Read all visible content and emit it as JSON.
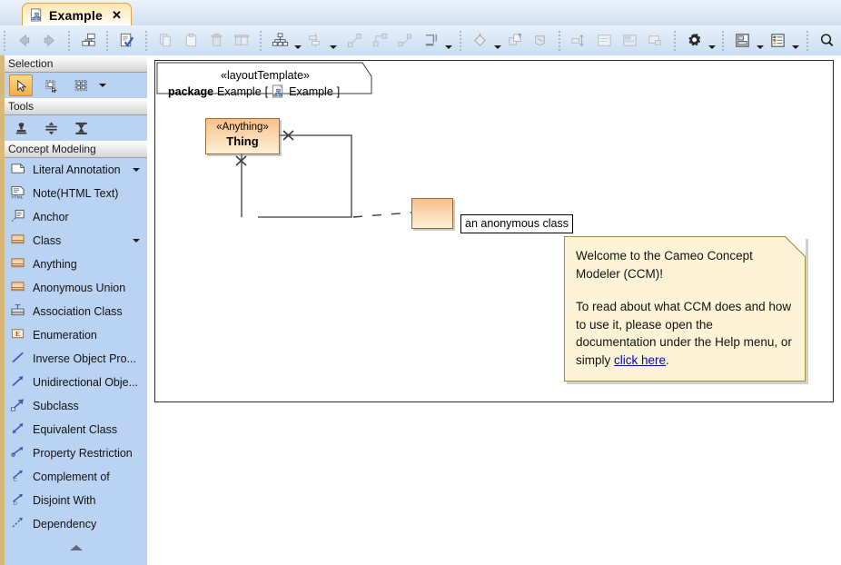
{
  "window": {
    "tab": {
      "title": "Example",
      "close_label": "✕",
      "icon": "diagram-icon"
    }
  },
  "toolbar": {
    "groups": [
      {
        "buttons": [
          {
            "name": "back-button",
            "icon": "arrow-left-icon"
          },
          {
            "name": "forward-button",
            "icon": "arrow-right-icon"
          }
        ]
      },
      {
        "buttons": [
          {
            "name": "containment-tree-button",
            "icon": "tree-icon"
          }
        ]
      },
      {
        "buttons": [
          {
            "name": "validate-button",
            "icon": "check-document-icon"
          }
        ]
      },
      {
        "buttons": [
          {
            "name": "copy-button",
            "icon": "copy-icon"
          },
          {
            "name": "paste-button",
            "icon": "clipboard-icon"
          },
          {
            "name": "delete-button",
            "icon": "trash-icon"
          },
          {
            "name": "delete-all-button",
            "icon": "trash-multiple-icon"
          }
        ]
      },
      {
        "buttons": [
          {
            "name": "layout-button",
            "icon": "hierarchy-icon",
            "has_menu": true
          }
        ]
      },
      {
        "buttons": [
          {
            "name": "align-button",
            "icon": "align-icon",
            "has_menu": true
          }
        ]
      },
      {
        "buttons": [
          {
            "name": "line-style-direct-button",
            "icon": "line-direct-icon"
          },
          {
            "name": "line-style-orthogonal-button",
            "icon": "line-ortho-icon"
          },
          {
            "name": "line-style-bezier-button",
            "icon": "line-bezier-icon"
          },
          {
            "name": "line-jumps-button",
            "icon": "line-jumps-icon",
            "has_menu": true
          }
        ]
      },
      {
        "buttons": [
          {
            "name": "fill-color-button",
            "icon": "paint-bucket-icon",
            "has_menu": true
          },
          {
            "name": "bring-to-front-button",
            "icon": "bring-front-icon"
          },
          {
            "name": "format-painter-button",
            "icon": "format-painter-icon"
          }
        ]
      },
      {
        "buttons": [
          {
            "name": "fit-size-button",
            "icon": "fit-size-icon"
          },
          {
            "name": "show-compartment-button",
            "icon": "compartment-icon"
          },
          {
            "name": "suppress-attributes-button",
            "icon": "suppress-icon"
          },
          {
            "name": "symbol-properties-button",
            "icon": "symbol-icon"
          }
        ]
      },
      {
        "buttons": [
          {
            "name": "project-options-button",
            "icon": "gear-icon",
            "has_menu": true
          }
        ]
      },
      {
        "buttons": [
          {
            "name": "diagram-layout-button",
            "icon": "layout-panes-icon",
            "has_menu": true
          },
          {
            "name": "legend-button",
            "icon": "legend-list-icon",
            "has_menu": true
          }
        ]
      },
      {
        "buttons": [
          {
            "name": "search-button",
            "icon": "search-icon"
          }
        ]
      }
    ]
  },
  "palette": {
    "sections": [
      {
        "name": "selection",
        "title": "Selection",
        "tools": [
          {
            "name": "select-tool",
            "icon": "cursor-arrow-icon",
            "active": true
          },
          {
            "name": "marquee-select-tool",
            "icon": "marquee-select-icon",
            "active": false
          },
          {
            "name": "select-all-tool",
            "icon": "select-all-icon",
            "active": false
          }
        ],
        "has_menu": true
      },
      {
        "name": "tools",
        "title": "Tools",
        "tools": [
          {
            "name": "stamp-tool",
            "icon": "stamp-icon"
          },
          {
            "name": "align-distribute-tool",
            "icon": "distribute-vertical-icon"
          },
          {
            "name": "constraint-tool",
            "icon": "hourglass-icon"
          }
        ]
      },
      {
        "name": "concept-modeling",
        "title": "Concept Modeling",
        "items": [
          {
            "label": "Literal Annotation",
            "icon": "note-shape-icon",
            "has_menu": true
          },
          {
            "label": "Note(HTML Text)",
            "icon": "html-note-icon",
            "has_menu": false
          },
          {
            "label": "Anchor",
            "icon": "anchor-icon",
            "has_menu": false
          },
          {
            "label": "Class",
            "icon": "class-box-icon",
            "has_menu": true
          },
          {
            "label": "Anything",
            "icon": "class-box-icon",
            "has_menu": false
          },
          {
            "label": "Anonymous Union",
            "icon": "class-box-icon",
            "has_menu": false
          },
          {
            "label": "Association Class",
            "icon": "association-class-icon",
            "has_menu": false
          },
          {
            "label": "Enumeration",
            "icon": "enumeration-icon",
            "has_menu": false
          },
          {
            "label": "Inverse Object Pro...",
            "icon": "line-plain-icon",
            "has_menu": false
          },
          {
            "label": "Unidirectional Obje...",
            "icon": "arrow-line-icon",
            "has_menu": false
          },
          {
            "label": "Subclass",
            "icon": "subclass-arrow-icon",
            "has_menu": false
          },
          {
            "label": "Equivalent Class",
            "icon": "equivalent-arrow-icon",
            "has_menu": false
          },
          {
            "label": "Property Restriction",
            "icon": "property-restriction-icon",
            "has_menu": false
          },
          {
            "label": "Complement of",
            "icon": "complement-arrow-icon",
            "has_menu": false
          },
          {
            "label": "Disjoint With",
            "icon": "disjoint-arrow-icon",
            "has_menu": false
          },
          {
            "label": "Dependency",
            "icon": "dependency-arrow-icon",
            "has_menu": false
          }
        ],
        "collapse_icon": "collapse-up-icon"
      }
    ]
  },
  "diagram": {
    "package": {
      "stereotype": "«layoutTemplate»",
      "keyword": "package",
      "name": "Example",
      "bracket_open": "[",
      "bracket_close": "]",
      "ref_name": "Example",
      "ref_icon": "diagram-icon"
    },
    "classes": [
      {
        "name": "class-thing",
        "stereotype": "«Anything»",
        "label": "Thing"
      },
      {
        "name": "class-anonymous",
        "stereotype": "",
        "label": ""
      }
    ],
    "anonymous_label": "an anonymous class",
    "note": {
      "paragraph_1": "Welcome to the Cameo Concept Modeler (CCM)!",
      "paragraph_2_before": "To read about what CCM does and how to use it, please open the documentation under the Help menu, or simply ",
      "link_text": "click here",
      "paragraph_2_after": "."
    }
  },
  "colors": {
    "tab_accent": "#f0a93b",
    "toolbar_top": "#e7f0fa",
    "toolbar_bottom": "#c9ddf2",
    "palette_bg": "#bad3f2",
    "palette_edge": "#d9b978",
    "class_fill_top": "#f7c08a",
    "class_fill_bottom": "#fdf0d8",
    "class_border": "#9b6a33",
    "note_fill": "#fdf4d8",
    "note_border": "#a08b3d",
    "link": "#0000cc",
    "connector": "#3a3a3a"
  }
}
